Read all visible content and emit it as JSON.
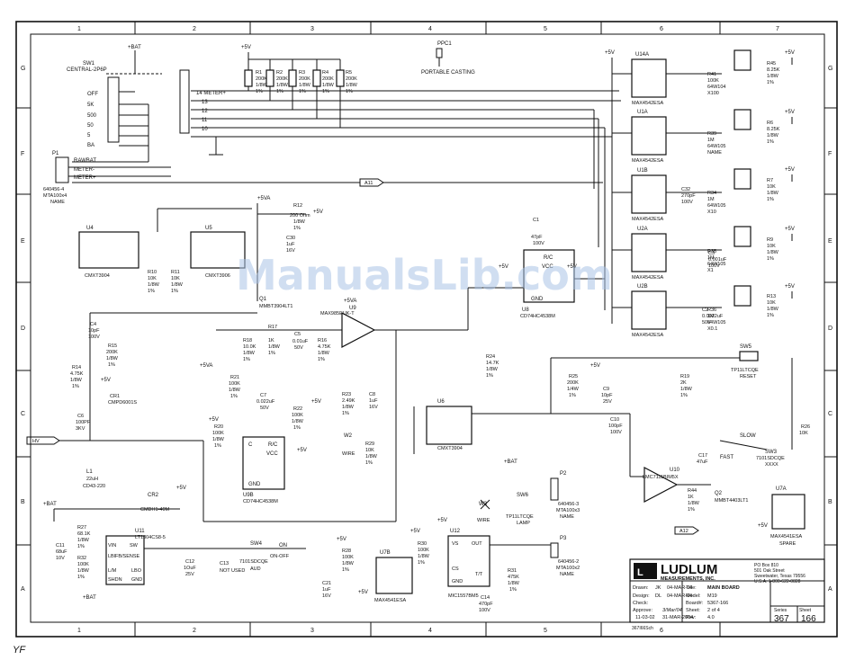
{
  "grid": {
    "columns": [
      "1",
      "2",
      "3",
      "4",
      "5",
      "6",
      "7"
    ],
    "rows": [
      "G",
      "F",
      "E",
      "D",
      "C",
      "B",
      "A"
    ]
  },
  "watermark": "ManualsLib.com",
  "corner_mark": "YF",
  "battery": {
    "label": "+BAT",
    "switch": "SW1",
    "switch_name": "CENTRAL-2P6P",
    "positions": [
      "OFF",
      "5K",
      "500",
      "50",
      "5",
      "BA"
    ]
  },
  "meter": {
    "label": "14 METER+",
    "pins": [
      "13",
      "12",
      "11",
      "10"
    ]
  },
  "resistors_top": [
    {
      "ref": "R1",
      "val": "200K",
      "w": "1/8W",
      "t": "1%"
    },
    {
      "ref": "R2",
      "val": "200K",
      "w": "1/8W",
      "t": "1%"
    },
    {
      "ref": "R3",
      "val": "200K",
      "w": "1/8W",
      "t": "1%"
    },
    {
      "ref": "R4",
      "val": "200K",
      "w": "1/8W",
      "t": "1%"
    },
    {
      "ref": "R5",
      "val": "200K",
      "w": "1/8W",
      "t": "1%"
    }
  ],
  "ppc": {
    "ref": "PPC1",
    "name": "PORTABLE CASTING"
  },
  "connector_p1": {
    "ref": "P1",
    "lines": [
      "RAWBAT",
      "METER-",
      "METER+"
    ],
    "part": "640456-4",
    "mta": "MTA100x4",
    "name": "NAME"
  },
  "net_a11": "A11",
  "net_a12": "A12",
  "net_hv": "HV",
  "opamps": [
    {
      "ref": "U14A",
      "part": "MAX4542ESA"
    },
    {
      "ref": "U1A",
      "part": "MAX4542ESA"
    },
    {
      "ref": "U1B",
      "part": "MAX4542ESA"
    },
    {
      "ref": "U2A",
      "part": "MAX4542ESA"
    },
    {
      "ref": "U2B",
      "part": "MAX4542ESA"
    }
  ],
  "pots": [
    {
      "ref": "R41",
      "val": "100K",
      "p": "64W104",
      "n": "X100"
    },
    {
      "ref": "R39",
      "val": "1M",
      "p": "64W105",
      "n": "NAME"
    },
    {
      "ref": "R34",
      "val": "1M",
      "p": "64W105",
      "n": "X10"
    },
    {
      "ref": "R35",
      "val": "1M",
      "p": "64W105",
      "n": "X1"
    },
    {
      "ref": "R36",
      "val": "1M",
      "p": "64W105",
      "n": "X0.1"
    }
  ],
  "right_res": [
    {
      "ref": "R45",
      "val": "8.25K",
      "w": "1/8W",
      "t": "1%"
    },
    {
      "ref": "R6",
      "val": "8.25K",
      "w": "1/8W",
      "t": "1%"
    },
    {
      "ref": "R7",
      "val": "10K",
      "w": "1/8W",
      "t": "1%"
    },
    {
      "ref": "R9",
      "val": "10K",
      "w": "1/8W",
      "t": "1%"
    },
    {
      "ref": "R13",
      "val": "10K",
      "w": "1/8W",
      "t": "1%"
    }
  ],
  "caps_right": [
    {
      "ref": "C32",
      "val": "270pF",
      "v": "100V"
    },
    {
      "ref": "C3",
      "val": "0.001uF",
      "v": "100V"
    },
    {
      "ref": "C2",
      "val": "0.0022uF",
      "v": "50V"
    }
  ],
  "u4": {
    "ref": "U4",
    "part": "CMXT3904"
  },
  "u5": {
    "ref": "U5",
    "part": "CMXT3906"
  },
  "u6": {
    "ref": "U6",
    "part": "CMXT3904"
  },
  "q1": {
    "ref": "Q1",
    "part": "MMBT3904LT1"
  },
  "q2": {
    "ref": "Q2",
    "part": "MMBT4403LT1"
  },
  "cr1": {
    "ref": "CR1",
    "part": "CMPD6001S"
  },
  "cr2": {
    "ref": "CR2",
    "part": "CMDH1-40M"
  },
  "u8": {
    "ref": "U8",
    "part": "CD74HC4538M",
    "pins": [
      "R/C",
      "VCC",
      "GND"
    ]
  },
  "u9": {
    "ref": "U9",
    "part": "MAX985EUK-T"
  },
  "u9b": {
    "ref": "U9B",
    "part": "CD74HC4538M",
    "pins": [
      "R/C",
      "VCC",
      "GND",
      "C"
    ]
  },
  "u10": {
    "ref": "U10",
    "part": "LMC7111BIM5X"
  },
  "u7a": {
    "ref": "U7A",
    "part": "MAX4541ESA",
    "label": "SPARE"
  },
  "u7b": {
    "ref": "U7B",
    "part": "MAX4541ESA"
  },
  "u11": {
    "ref": "U11",
    "part": "LT1304CS8-5",
    "pins": [
      "VIN",
      "SW",
      "LBI",
      "FB/SENSE",
      "LBO",
      "SHDN",
      "GND",
      "L/M"
    ]
  },
  "u12": {
    "ref": "U12",
    "part": "MIC1557BM5",
    "pins": [
      "VS",
      "OUT",
      "CS",
      "T/T",
      "GND"
    ]
  },
  "l1": {
    "ref": "L1",
    "val": "22uH",
    "part": "CD43-220"
  },
  "mid_parts": [
    {
      "ref": "R12",
      "val": "200 Ohm",
      "w": "1/8W",
      "t": "1%"
    },
    {
      "ref": "C30",
      "val": "1uF",
      "v": "16V"
    },
    {
      "ref": "R10",
      "val": "10K",
      "w": "1/8W",
      "t": "1%"
    },
    {
      "ref": "R11",
      "val": "10K",
      "w": "1/8W",
      "t": "1%"
    },
    {
      "ref": "C4",
      "val": "10pF",
      "v": "100V"
    },
    {
      "ref": "R15",
      "val": "200K",
      "w": "1/8W",
      "t": "1%"
    },
    {
      "ref": "R14",
      "val": "4.75K",
      "w": "1/8W",
      "t": "1%"
    },
    {
      "ref": "C6",
      "val": "100PF",
      "v": "3KV"
    },
    {
      "ref": "R17",
      "val": "1K",
      "w": "1/8W",
      "t": "1%"
    },
    {
      "ref": "C5",
      "val": "0.01uF",
      "v": "50V"
    },
    {
      "ref": "R16",
      "val": "4.75K",
      "w": "1/8W",
      "t": "1%"
    },
    {
      "ref": "R18",
      "val": "10.0K",
      "w": "1/8W",
      "t": "1%"
    },
    {
      "ref": "R21",
      "val": "100K",
      "w": "1/8W",
      "t": "1%"
    },
    {
      "ref": "C7",
      "val": "0.022uF",
      "v": "50V"
    },
    {
      "ref": "R22",
      "val": "100K",
      "w": "1/8W",
      "t": "1%"
    },
    {
      "ref": "R23",
      "val": "2.49K",
      "w": "1/8W",
      "t": "1%"
    },
    {
      "ref": "C8",
      "val": "1uF",
      "v": "16V"
    },
    {
      "ref": "R20",
      "val": "100K",
      "w": "1/8W",
      "t": "1%"
    },
    {
      "ref": "R29",
      "val": "10K",
      "w": "1/8W",
      "t": "1%"
    },
    {
      "ref": "C1",
      "val": "47pF",
      "v": "100V"
    },
    {
      "ref": "R24",
      "val": "14.7K",
      "w": "1/8W",
      "t": "1%"
    },
    {
      "ref": "R25",
      "val": "200K",
      "w": "1/4W",
      "t": "1%"
    },
    {
      "ref": "C9",
      "val": "10pF",
      "v": "25V"
    },
    {
      "ref": "R19",
      "val": "2K",
      "w": "1/8W",
      "t": "1%"
    },
    {
      "ref": "C10",
      "val": "100pF",
      "v": "100V"
    },
    {
      "ref": "C17",
      "val": "47uF",
      "v": "10V"
    },
    {
      "ref": "R44",
      "val": "1K",
      "w": "1/8W",
      "t": "1%"
    },
    {
      "ref": "R26",
      "val": "10K",
      "w": "1/4W",
      "t": "1%"
    },
    {
      "ref": "R27",
      "val": "68.1K",
      "w": "1/8W",
      "t": "1%"
    },
    {
      "ref": "R32",
      "val": "100K",
      "w": "1/8W",
      "t": "1%"
    },
    {
      "ref": "C11",
      "val": "68uF",
      "v": "10V"
    },
    {
      "ref": "C12",
      "val": "1OuF",
      "v": "25V"
    },
    {
      "ref": "C13",
      "val": "NOT USED",
      "v": ""
    },
    {
      "ref": "R28",
      "val": "100K",
      "w": "1/8W",
      "t": "1%"
    },
    {
      "ref": "C21",
      "val": "1uF",
      "v": "16V"
    },
    {
      "ref": "R30",
      "val": "100K",
      "w": "1/8W",
      "t": "1%"
    },
    {
      "ref": "R31",
      "val": "475K",
      "w": "1/8W",
      "t": "1%"
    },
    {
      "ref": "C14",
      "val": "470pF",
      "v": "100V"
    }
  ],
  "switches": [
    {
      "ref": "SW5",
      "name": "TP11LTCQE",
      "desc": "RESET"
    },
    {
      "ref": "SW3",
      "name": "7101SDCQE",
      "desc": "XXXX"
    },
    {
      "ref": "SW4",
      "name": "7101SDCQE",
      "desc": "AUD"
    },
    {
      "ref": "SW6",
      "name": "TP11LTCQE",
      "desc": "LAMP"
    }
  ],
  "switch_labels": {
    "slow": "SLOW",
    "fast": "FAST",
    "on": "ON",
    "on_off": "ON-OFF"
  },
  "wires": [
    {
      "ref": "W2",
      "name": "WIRE"
    },
    {
      "ref": "W3",
      "name": "WIRE"
    }
  ],
  "connectors": [
    {
      "ref": "P2",
      "part": "640456-3",
      "mta": "MTA100x3",
      "name": "NAME"
    },
    {
      "ref": "P3",
      "part": "640456-2",
      "mta": "MTA100x2",
      "name": "NAME"
    }
  ],
  "rails": {
    "p5v": "+5V",
    "p5va": "+5VA",
    "pbat": "+BAT"
  },
  "titleblock": {
    "company": "LUDLUM",
    "company2": "MEASUREMENTS, INC.",
    "address": [
      "PO Box 810",
      "501 Oak Street",
      "Sweetwater, Texas 79556",
      "U.S.A.  1-800-622-0828"
    ],
    "drawn_label": "Drawn:",
    "drawn": "JK",
    "drawn_date": "04-MAR-04",
    "design_label": "Design:",
    "design": "DL",
    "design_date": "04-MAR-04",
    "check_label": "Check:",
    "approve_label": "Approve:",
    "approve_note": "3/Mar/04",
    "approve_date": "11-03-02",
    "approve_date2": "31-MAR-2004",
    "title_label": "Title:",
    "title": "MAIN BOARD",
    "model_label": "Model:",
    "model": "M19",
    "board_label": "Board#:",
    "board": "5367-166",
    "sheet_label": "Sheet:",
    "sheet": "2  of  4",
    "rev_label": "Rev:",
    "rev": "4.0",
    "series_label": "Series",
    "series": "367",
    "sheet_no_label": "Sheet",
    "sheet_no": "166",
    "file": "367I66Sch"
  }
}
